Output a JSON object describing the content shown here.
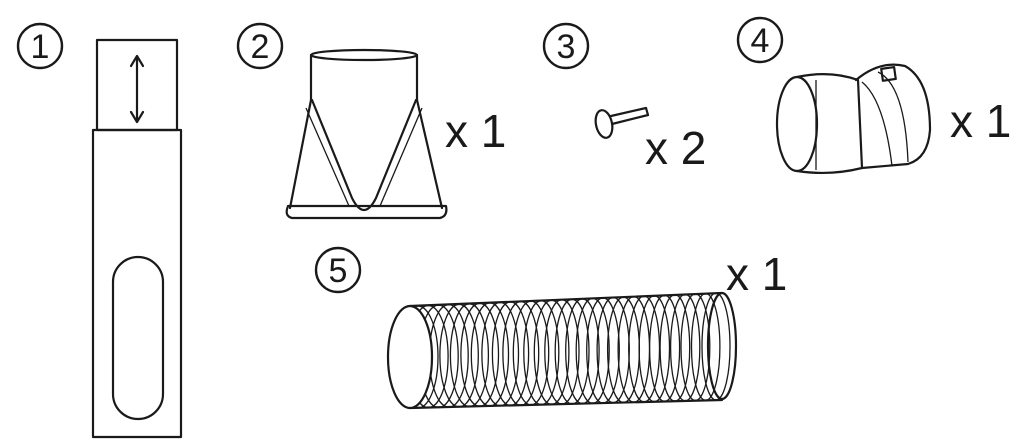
{
  "parts": [
    {
      "id": "part-1",
      "number": "1",
      "quantity": ""
    },
    {
      "id": "part-2",
      "number": "2",
      "quantity": "x 1"
    },
    {
      "id": "part-3",
      "number": "3",
      "quantity": "x 2"
    },
    {
      "id": "part-4",
      "number": "4",
      "quantity": "x 1"
    },
    {
      "id": "part-5",
      "number": "5",
      "quantity": "x 1"
    }
  ],
  "colors": {
    "line": "#1a1a1a",
    "background": "#ffffff"
  },
  "icons": [
    "window-slider-kit-icon",
    "window-adapter-icon",
    "screw-icon",
    "hose-adapter-icon",
    "exhaust-hose-icon"
  ]
}
